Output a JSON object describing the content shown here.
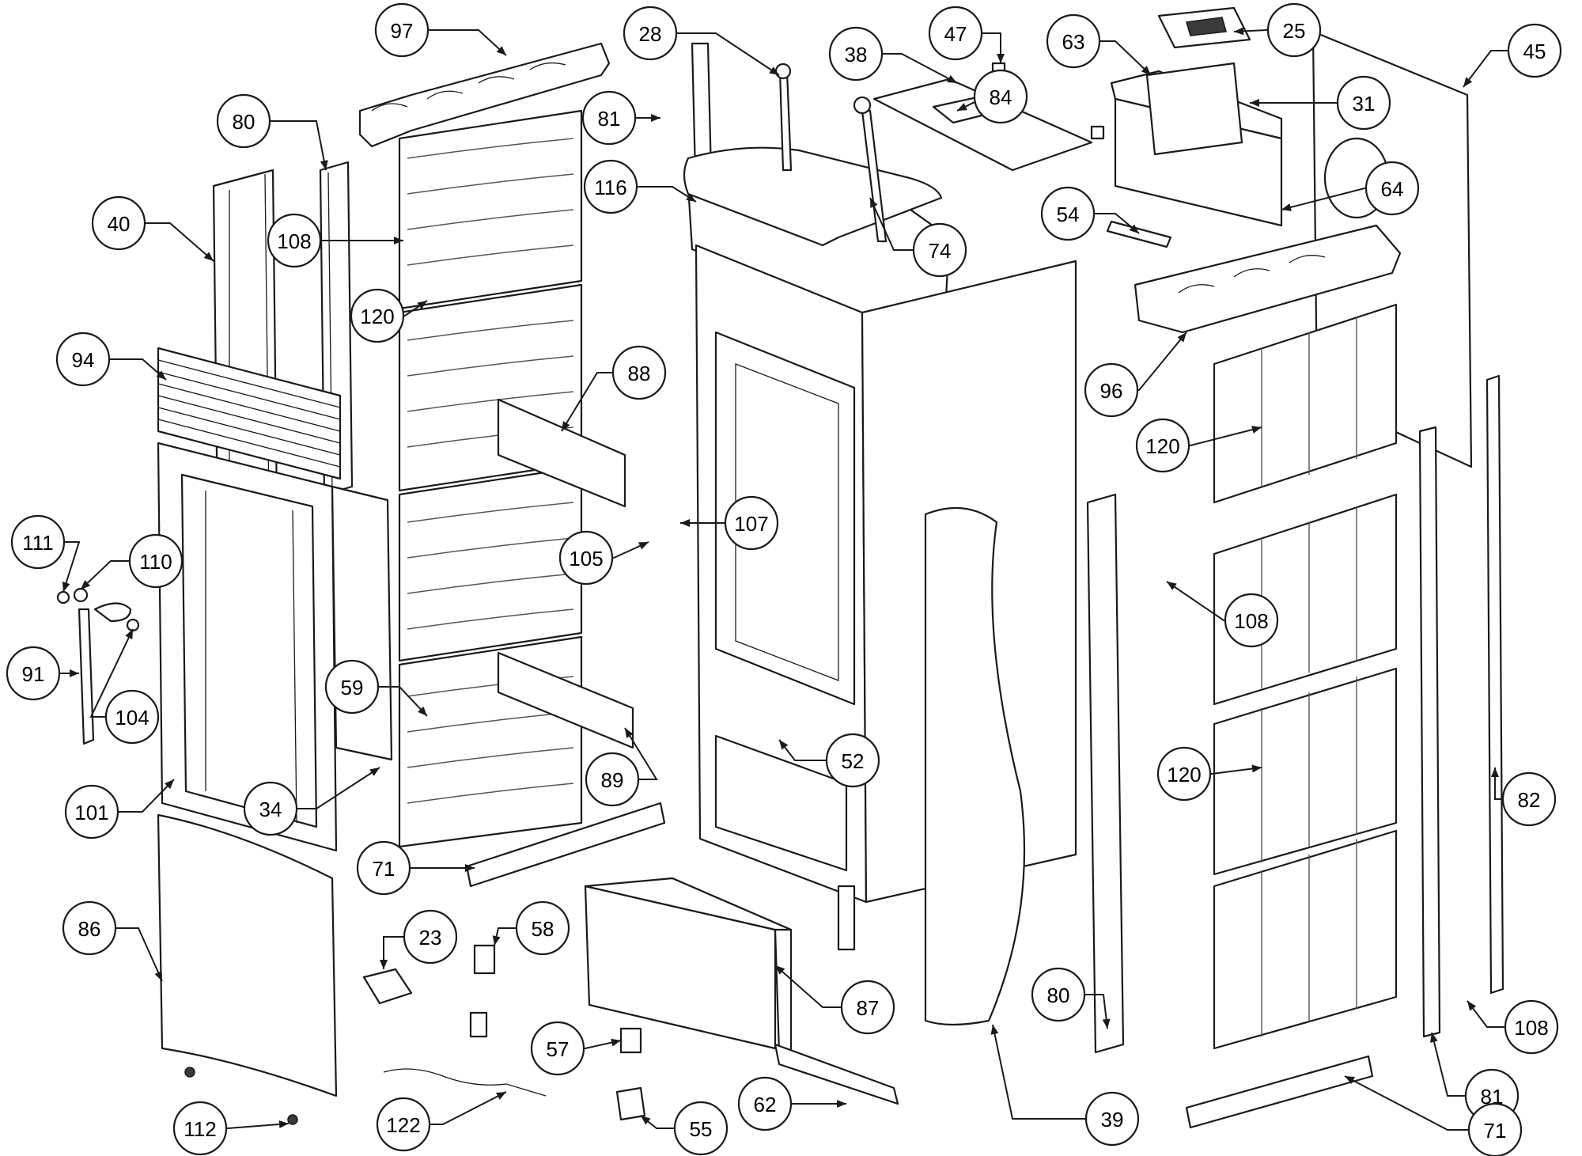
{
  "callouts": [
    {
      "id": "c-97",
      "label": "97"
    },
    {
      "id": "c-28",
      "label": "28"
    },
    {
      "id": "c-47",
      "label": "47"
    },
    {
      "id": "c-63",
      "label": "63"
    },
    {
      "id": "c-25",
      "label": "25"
    },
    {
      "id": "c-45",
      "label": "45"
    },
    {
      "id": "c-38",
      "label": "38"
    },
    {
      "id": "c-84",
      "label": "84"
    },
    {
      "id": "c-31",
      "label": "31"
    },
    {
      "id": "c-80a",
      "label": "80"
    },
    {
      "id": "c-81a",
      "label": "81"
    },
    {
      "id": "c-116",
      "label": "116"
    },
    {
      "id": "c-64",
      "label": "64"
    },
    {
      "id": "c-40",
      "label": "40"
    },
    {
      "id": "c-108a",
      "label": "108"
    },
    {
      "id": "c-54",
      "label": "54"
    },
    {
      "id": "c-74",
      "label": "74"
    },
    {
      "id": "c-120a",
      "label": "120"
    },
    {
      "id": "c-94",
      "label": "94"
    },
    {
      "id": "c-88",
      "label": "88"
    },
    {
      "id": "c-96",
      "label": "96"
    },
    {
      "id": "c-120b",
      "label": "120"
    },
    {
      "id": "c-107",
      "label": "107"
    },
    {
      "id": "c-111",
      "label": "111"
    },
    {
      "id": "c-110",
      "label": "110"
    },
    {
      "id": "c-105",
      "label": "105"
    },
    {
      "id": "c-108b",
      "label": "108"
    },
    {
      "id": "c-91",
      "label": "91"
    },
    {
      "id": "c-59",
      "label": "59"
    },
    {
      "id": "c-104",
      "label": "104"
    },
    {
      "id": "c-52",
      "label": "52"
    },
    {
      "id": "c-120c",
      "label": "120"
    },
    {
      "id": "c-89",
      "label": "89"
    },
    {
      "id": "c-101",
      "label": "101"
    },
    {
      "id": "c-34",
      "label": "34"
    },
    {
      "id": "c-82",
      "label": "82"
    },
    {
      "id": "c-71a",
      "label": "71"
    },
    {
      "id": "c-86",
      "label": "86"
    },
    {
      "id": "c-23",
      "label": "23"
    },
    {
      "id": "c-58",
      "label": "58"
    },
    {
      "id": "c-87",
      "label": "87"
    },
    {
      "id": "c-80b",
      "label": "80"
    },
    {
      "id": "c-108c",
      "label": "108"
    },
    {
      "id": "c-57",
      "label": "57"
    },
    {
      "id": "c-81b",
      "label": "81"
    },
    {
      "id": "c-62",
      "label": "62"
    },
    {
      "id": "c-112",
      "label": "112"
    },
    {
      "id": "c-122",
      "label": "122"
    },
    {
      "id": "c-55",
      "label": "55"
    },
    {
      "id": "c-39",
      "label": "39"
    },
    {
      "id": "c-71b",
      "label": "71"
    }
  ]
}
